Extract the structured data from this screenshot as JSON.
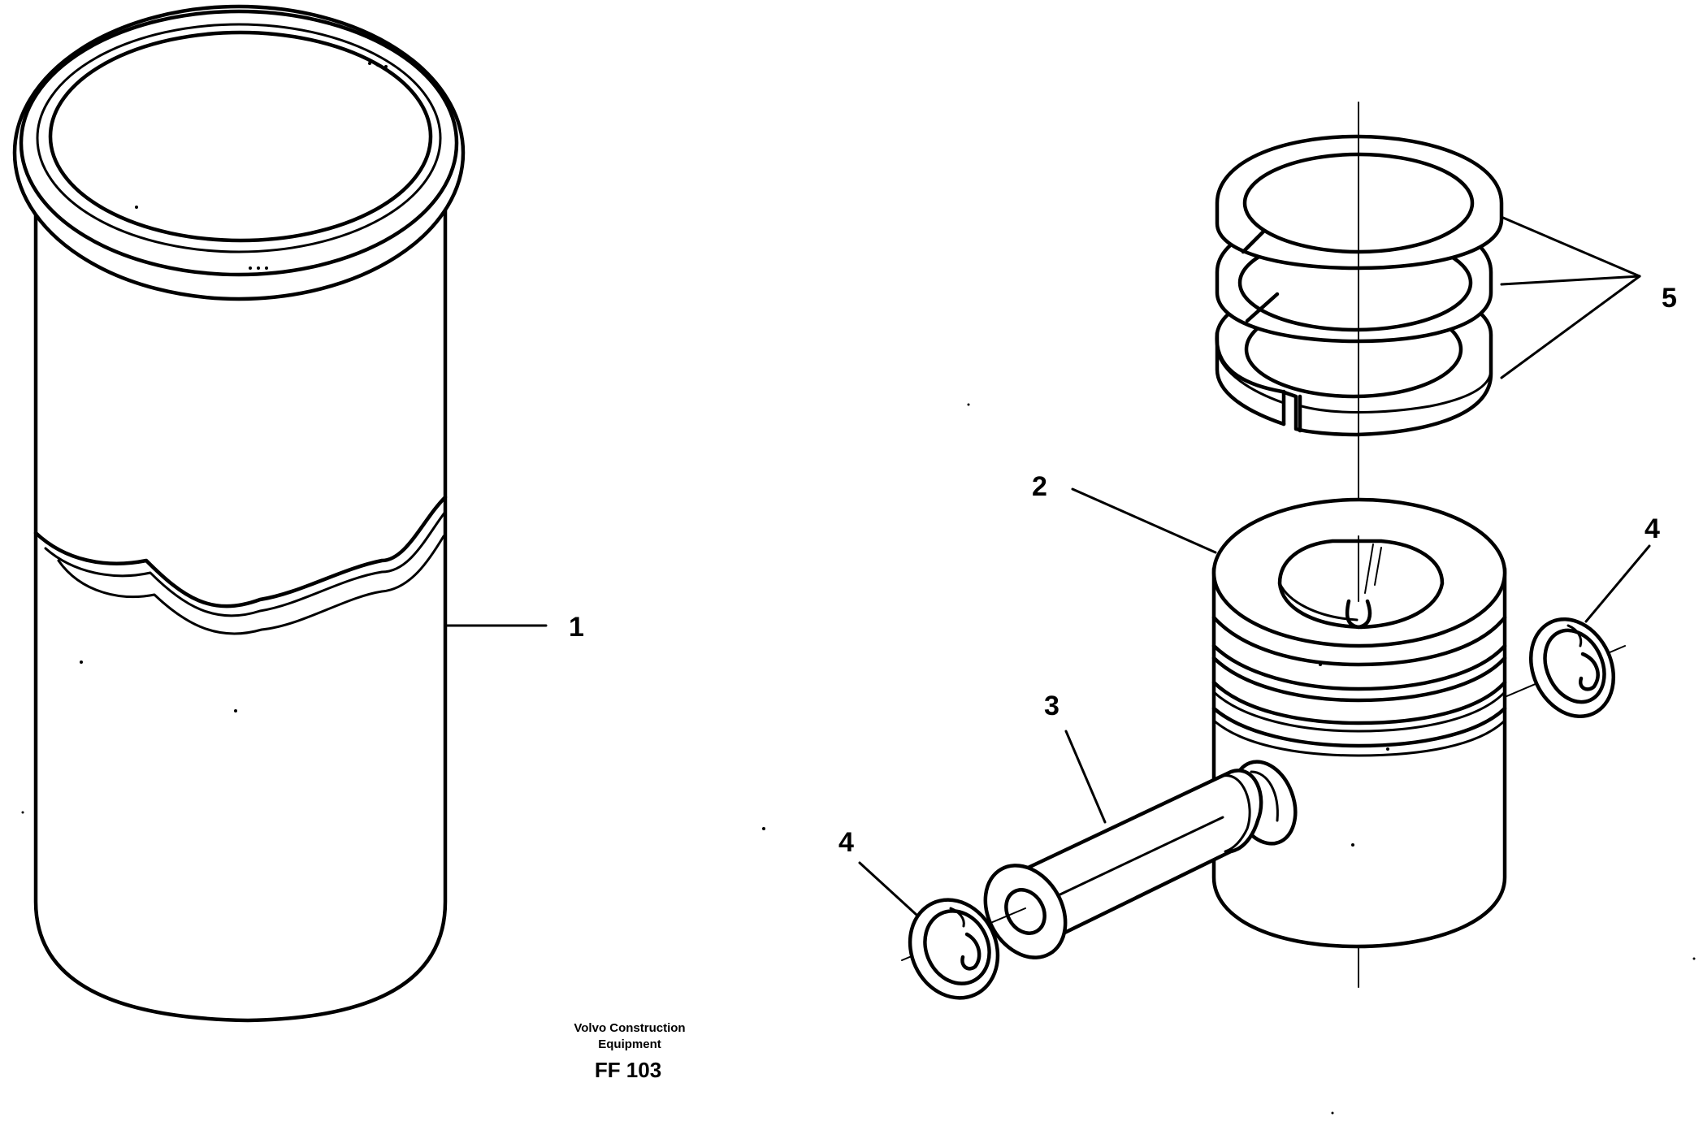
{
  "callouts": {
    "liner": "1",
    "piston": "2",
    "piston_pin": "3",
    "circlip_right": "4",
    "circlip_left": "4",
    "piston_rings": "5"
  },
  "footer": {
    "brand_line1": "Volvo Construction",
    "brand_line2": "Equipment",
    "code": "FF 103"
  }
}
